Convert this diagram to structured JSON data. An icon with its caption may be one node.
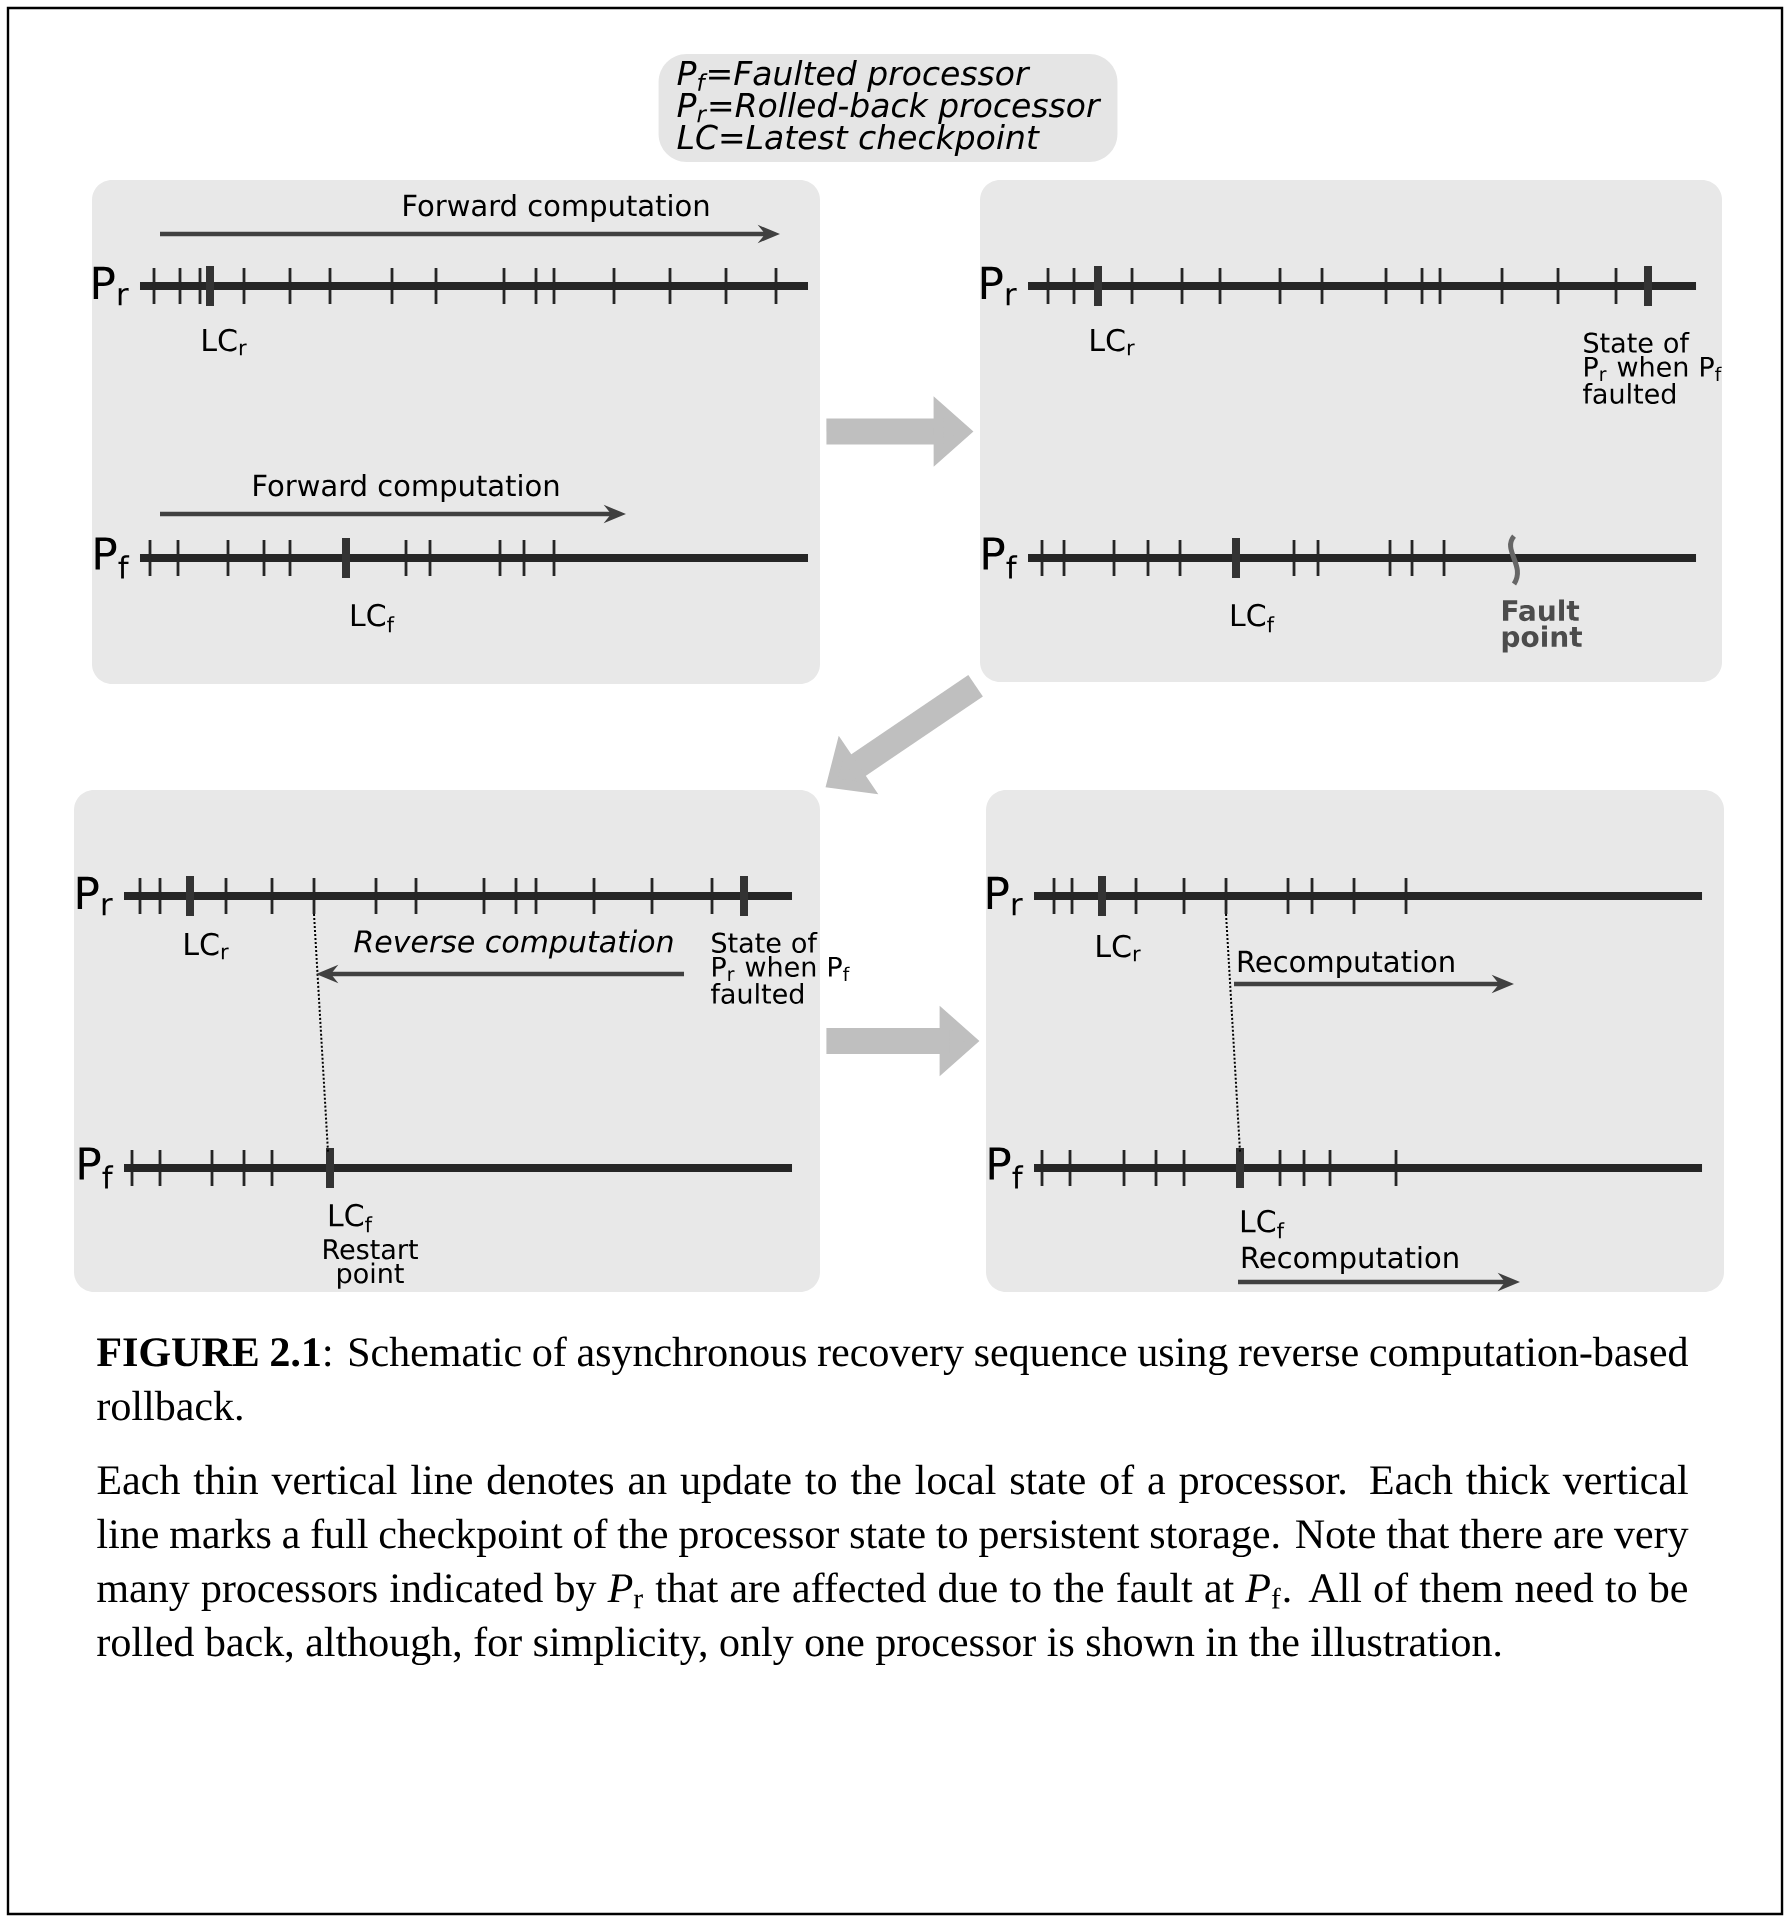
{
  "diagram": {
    "caption": "**FIGURE 2.1**: Schematic of asynchronous recovery sequence using reverse computation-based rollback.",
    "nodes": [
      {
        "text": [
          "P$_{f}$=Faulted processor",
          "P$_{r}$=Rolled-back processor",
          "LC=Latest checkpoint"
        ]
      },
      {
        "text": [
          "Forward computation",
          "P$_{r}$",
          "LC$_{r}$",
          "Forward computation",
          "P$_{f}$",
          "LC$_{f}$"
        ]
      },
      {
        "text": [
          "P$_{r}$",
          "LC$_{r}$",
          "State of P$_{r}$ when P$_{f}$ faulted",
          "P$_{f}$",
          "LC$_{f}$",
          "Fault point"
        ]
      },
      {
        "text": [
          "P$_{r}$",
          "LC$_{r}$",
          "Reverse computation",
          "State of P$_{r}$ when P$_{f}$ faulted",
          "P$_{f}$",
          "LC$_{f}$",
          "Restart point"
        ]
      },
      {
        "text": [
          "P$_{r}$",
          "LC$_{r}$",
          "Recomputation",
          "P$_{f}$",
          "LC$_{f}$",
          "Recomputation"
        ]
      }
    ],
    "edges": [
      {
        "from": 1,
        "to": 2,
        "arrow": "to"
      },
      {
        "from": 2,
        "to": 3,
        "arrow": "to"
      },
      {
        "from": 3,
        "to": 4,
        "arrow": "to"
      }
    ],
    "labels": [
      "Each thin vertical line denotes an update to the local state of a processor. Each thick vertical line marks a full checkpoint of the processor state to persistent storage. Note that there are very many processors indicated by *P*$_{r}$ that are affected due to the fault at *P*$_{f}$. All of them need to be rolled back, although, for simplicity, only one processor is shown in the illustration."
    ]
  }
}
